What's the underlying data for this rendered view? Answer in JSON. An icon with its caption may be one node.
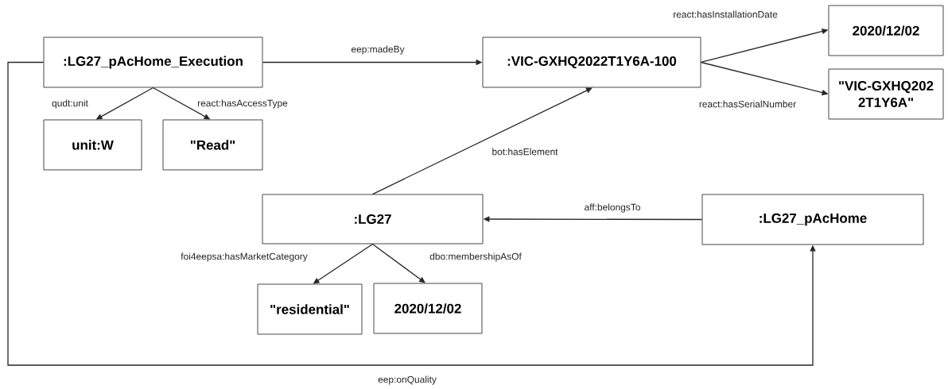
{
  "diagram": {
    "nodes": [
      {
        "text": [
          ":LG27_pAcHome_Execution"
        ]
      },
      {
        "text": [
          "unit:W"
        ]
      },
      {
        "text": [
          "\"Read\""
        ]
      },
      {
        "text": [
          ":VIC-GXHQ2022T1Y6A-100"
        ]
      },
      {
        "text": [
          "2020/12/02"
        ]
      },
      {
        "text": [
          "\"VIC-GXHQ202 2T1Y6A\""
        ]
      },
      {
        "text": [
          ":LG27"
        ]
      },
      {
        "text": [
          ":LG27_pAcHome"
        ]
      },
      {
        "text": [
          "\"residential\""
        ]
      },
      {
        "text": [
          "2020/12/02"
        ]
      }
    ],
    "edges": [
      {
        "from": 0,
        "to": 3,
        "arrow": "to",
        "label": "eep:madeBy"
      },
      {
        "from": 3,
        "to": 4,
        "arrow": "to",
        "label": "react:hasInstallationDate"
      },
      {
        "from": 3,
        "to": 5,
        "arrow": "to",
        "label": "react:hasSerialNumber"
      },
      {
        "from": 0,
        "to": 1,
        "arrow": "to",
        "label": "qudt:unit"
      },
      {
        "from": 0,
        "to": 2,
        "arrow": "to",
        "label": "react:hasAccessType"
      },
      {
        "from": 6,
        "to": 3,
        "arrow": "to",
        "label": "bot:hasElement"
      },
      {
        "from": 7,
        "to": 6,
        "arrow": "to",
        "label": "aff:belongsTo"
      },
      {
        "from": 6,
        "to": 8,
        "arrow": "to",
        "label": "foi4eepsa:hasMarketCategory"
      },
      {
        "from": 6,
        "to": 9,
        "arrow": "to",
        "label": "dbo:membershipAsOf"
      },
      {
        "from": 0,
        "to": 7,
        "arrow": "to",
        "label": "eep:onQuality"
      }
    ]
  }
}
